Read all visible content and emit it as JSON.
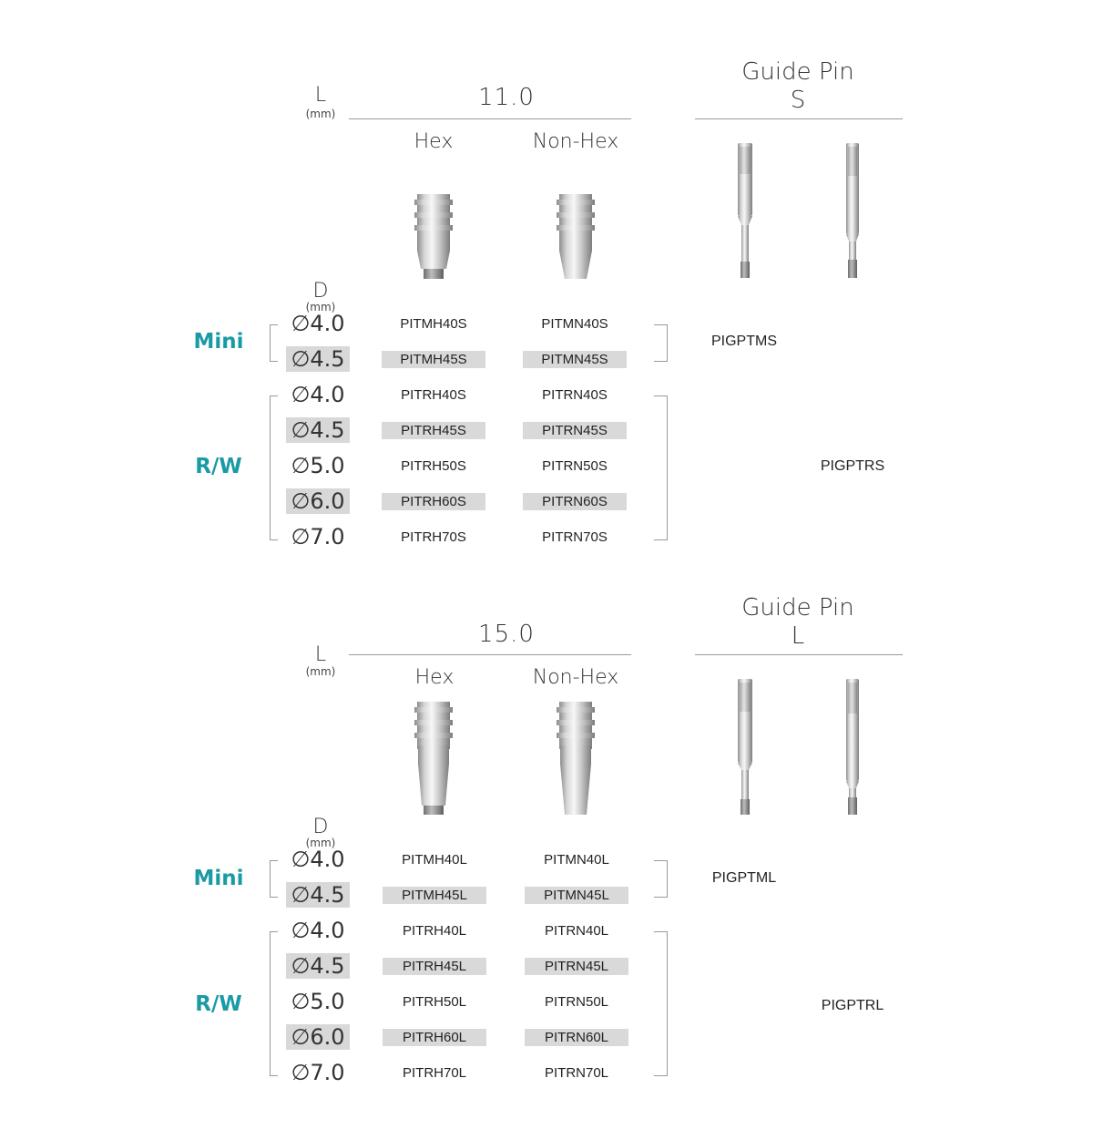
{
  "sections": [
    {
      "length": "11.0",
      "l_label": "L",
      "l_unit": "(mm)",
      "d_label": "D",
      "d_unit": "(mm)",
      "col_hex": "Hex",
      "col_nonhex": "Non-Hex",
      "guide_title": "Guide Pin",
      "guide_size": "S",
      "group_mini": "Mini",
      "group_rw": "R/W",
      "rows": [
        {
          "d": "∅4.0",
          "hex": "PITMH40S",
          "non": "PITMN40S"
        },
        {
          "d": "∅4.5",
          "hex": "PITMH45S",
          "non": "PITMN45S"
        },
        {
          "d": "∅4.0",
          "hex": "PITRH40S",
          "non": "PITRN40S"
        },
        {
          "d": "∅4.5",
          "hex": "PITRH45S",
          "non": "PITRN45S"
        },
        {
          "d": "∅5.0",
          "hex": "PITRH50S",
          "non": "PITRN50S"
        },
        {
          "d": "∅6.0",
          "hex": "PITRH60S",
          "non": "PITRN60S"
        },
        {
          "d": "∅7.0",
          "hex": "PITRH70S",
          "non": "PITRN70S"
        }
      ],
      "guide_mini": "PIGPTMS",
      "guide_rw": "PIGPTRS"
    },
    {
      "length": "15.0",
      "l_label": "L",
      "l_unit": "(mm)",
      "d_label": "D",
      "d_unit": "(mm)",
      "col_hex": "Hex",
      "col_nonhex": "Non-Hex",
      "guide_title": "Guide Pin",
      "guide_size": "L",
      "group_mini": "Mini",
      "group_rw": "R/W",
      "rows": [
        {
          "d": "∅4.0",
          "hex": "PITMH40L",
          "non": "PITMN40L"
        },
        {
          "d": "∅4.5",
          "hex": "PITMH45L",
          "non": "PITMN45L"
        },
        {
          "d": "∅4.0",
          "hex": "PITRH40L",
          "non": "PITRN40L"
        },
        {
          "d": "∅4.5",
          "hex": "PITRH45L",
          "non": "PITRN45L"
        },
        {
          "d": "∅5.0",
          "hex": "PITRH50L",
          "non": "PITRN50L"
        },
        {
          "d": "∅6.0",
          "hex": "PITRH60L",
          "non": "PITRN60L"
        },
        {
          "d": "∅7.0",
          "hex": "PITRH70L",
          "non": "PITRN70L"
        }
      ],
      "guide_mini": "PIGPTML",
      "guide_rw": "PIGPTRL"
    }
  ],
  "colors": {
    "accent": "#1a9aa5",
    "row_shade": "#d9d9d9",
    "rule": "#999999"
  }
}
